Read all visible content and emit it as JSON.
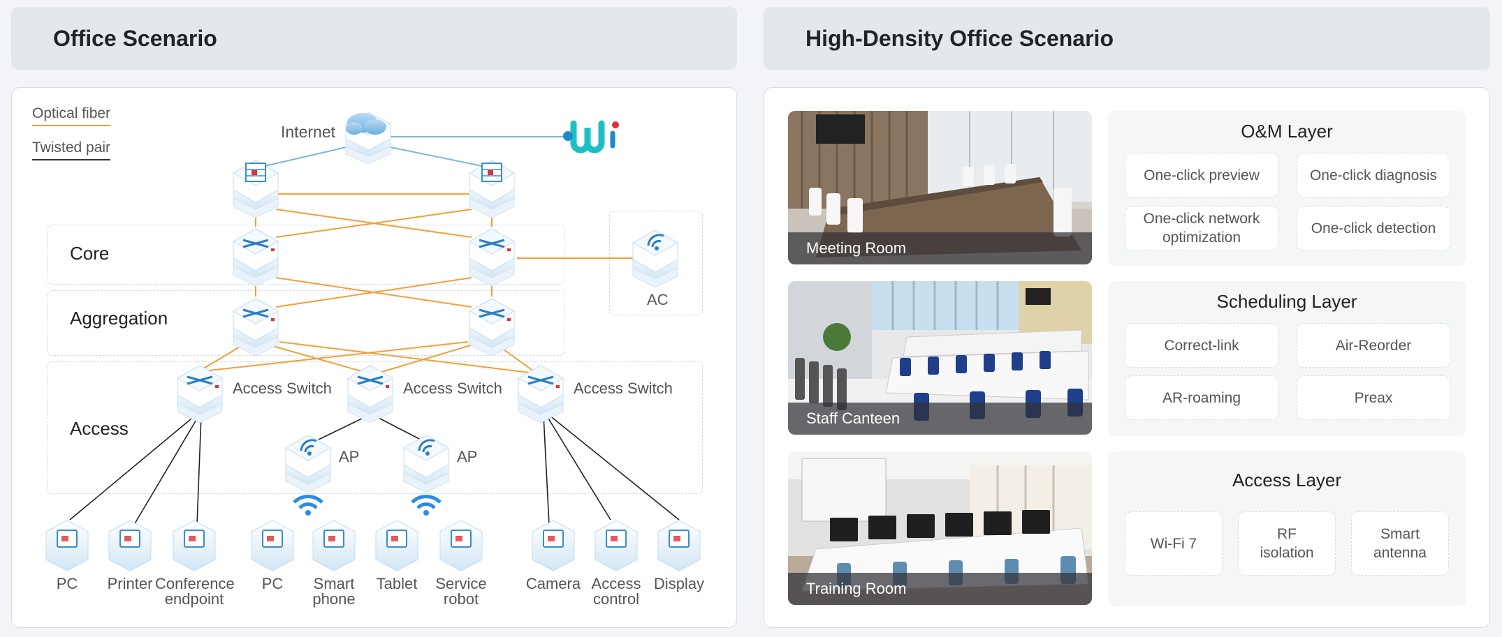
{
  "left_panel": {
    "title": "Office Scenario"
  },
  "right_panel": {
    "title": "High-Density Office Scenario"
  },
  "legend": {
    "fiber": "Optical fiber",
    "twisted": "Twisted pair"
  },
  "colors": {
    "fiber": "#f0a038",
    "twisted": "#222222",
    "uplink": "#7eb6dc",
    "accent": "#2aa0e0",
    "logo_teal": "#1cc0c4",
    "logo_red": "#e0303a"
  },
  "diagram": {
    "internet": "Internet",
    "zones": {
      "core": "Core",
      "aggregation": "Aggregation",
      "access": "Access"
    },
    "ac": "AC",
    "access_switch": "Access Switch",
    "ap": "AP",
    "endpoints": {
      "pc1": "PC",
      "printer": "Printer",
      "conf_line1": "Conference",
      "conf_line2": "endpoint",
      "pc2": "PC",
      "phone_line1": "Smart",
      "phone_line2": "phone",
      "tablet": "Tablet",
      "robot_line1": "Service",
      "robot_line2": "robot",
      "camera": "Camera",
      "access_line1": "Access",
      "access_line2": "control",
      "display": "Display"
    }
  },
  "rooms": [
    {
      "caption": "Meeting Room"
    },
    {
      "caption": "Staff Canteen"
    },
    {
      "caption": "Training Room"
    }
  ],
  "layers": [
    {
      "title": "O&M Layer",
      "features": [
        "One-click preview",
        "One-click diagnosis",
        "One-click network",
        "optimization",
        "One-click detection"
      ]
    },
    {
      "title": "Scheduling Layer",
      "features": [
        "Correct-link",
        "Air-Reorder",
        "AR-roaming",
        "Preax"
      ]
    },
    {
      "title": "Access Layer",
      "features": [
        "Wi-Fi 7",
        "RF",
        "isolation",
        "Smart",
        "antenna"
      ]
    }
  ]
}
